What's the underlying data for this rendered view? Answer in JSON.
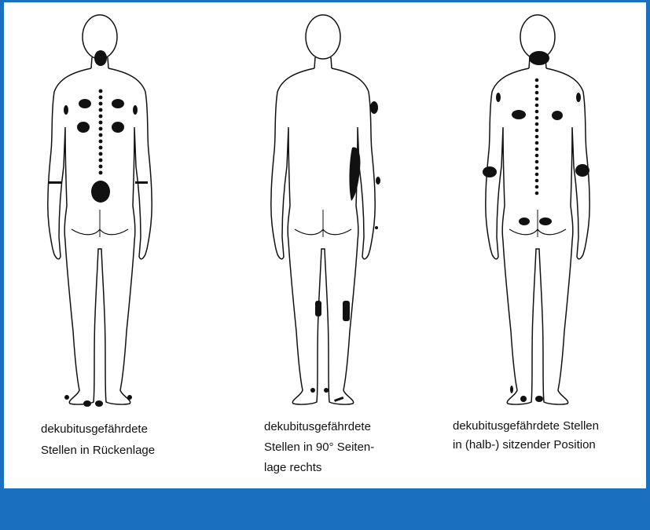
{
  "figures": [
    {
      "id": "rueckenlage",
      "caption_lines": [
        "dekubitusgefährdete",
        "Stellen in Rückenlage"
      ]
    },
    {
      "id": "seitenlage",
      "caption_lines": [
        "dekubitusgefährdete",
        "Stellen in 90° Seiten-",
        "lage rechts"
      ]
    },
    {
      "id": "sitzend",
      "caption_lines": [
        "dekubitusgefährdete Stellen",
        "in (halb-) sitzender Position"
      ]
    }
  ],
  "colors": {
    "frame_blue": "#1a6fbf",
    "ink": "#111111",
    "background_text": "#cfcfcf"
  }
}
